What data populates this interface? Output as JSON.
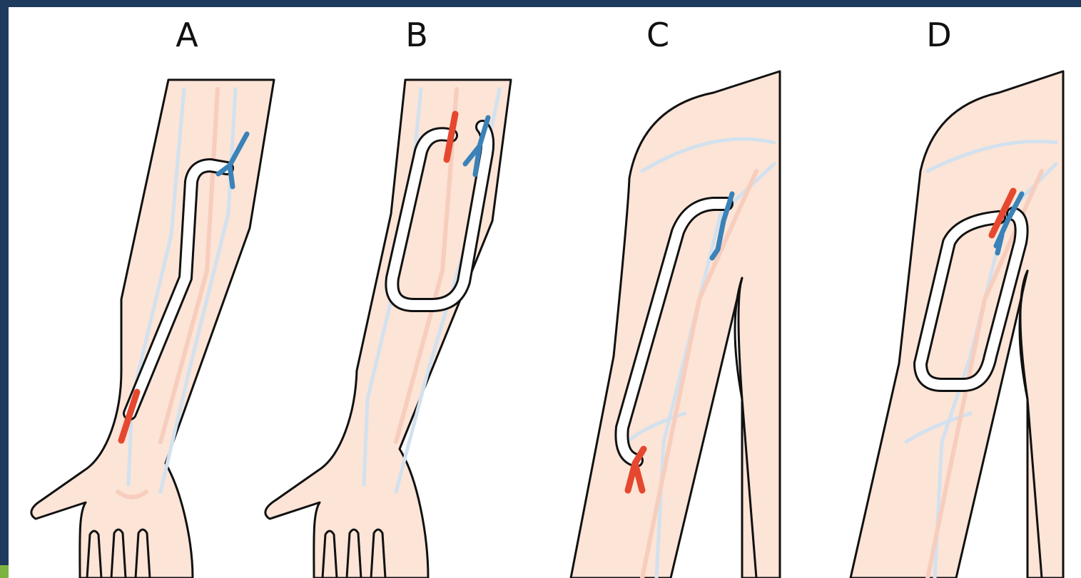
{
  "panels": [
    {
      "label": "A"
    },
    {
      "label": "B"
    },
    {
      "label": "C"
    },
    {
      "label": "D"
    }
  ],
  "colors": {
    "background_border": "#1e3a5f",
    "skin": "#fce4d6",
    "artery": "#e5482f",
    "vein": "#3a82b8",
    "graft": "#ffffff",
    "background_vein": "#d2e1ef",
    "background_artery": "#f7cdbd"
  }
}
